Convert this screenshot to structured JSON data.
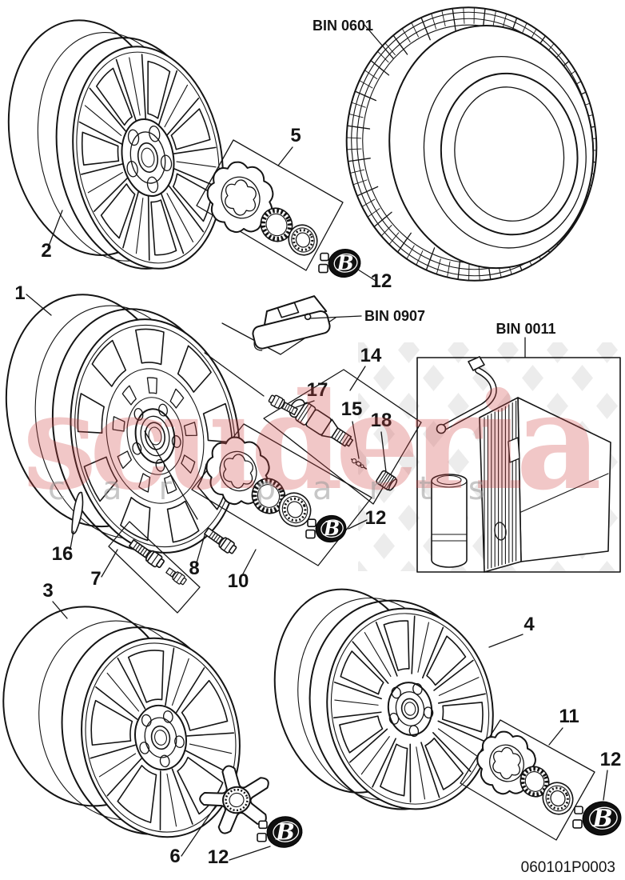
{
  "drawing": {
    "code": "060101P0003",
    "cap_monogram": "B",
    "line_color": "#141414"
  },
  "bins": {
    "tire": "BIN 0601",
    "sensor": "BIN 0907",
    "repair_kit": "BIN 0011"
  },
  "labels": {
    "wheel1": "1",
    "wheel2": "2",
    "wheel3": "3",
    "wheel4": "4",
    "group5": "5",
    "spider6": "6",
    "bolts7": "7",
    "bolt8": "8",
    "group10": "10",
    "group11": "11",
    "cap12": "12",
    "valve14": "14",
    "core15": "15",
    "weight16": "16",
    "screw17": "17",
    "cap18": "18"
  },
  "watermark": {
    "brand": "scuderia",
    "tagline": "car parts",
    "brand_color": "#d24848",
    "tagline_color": "#9b9b9b",
    "diamond_color": "#dcdcdc"
  }
}
